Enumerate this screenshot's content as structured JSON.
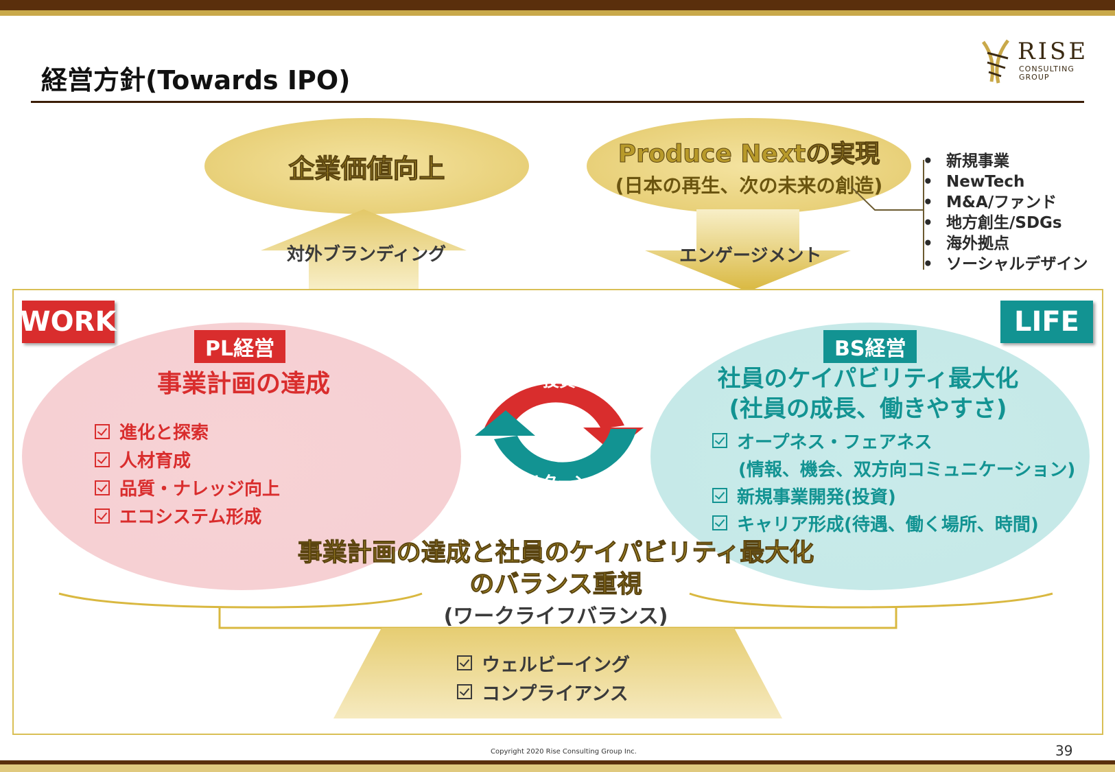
{
  "header": {
    "title": "経営方針(Towards IPO)",
    "logo": {
      "name": "RISE",
      "sub1": "CONSULTING",
      "sub2": "GROUP"
    }
  },
  "top": {
    "left_ellipse": "企業価値向上",
    "right_ellipse_line1": "Produce Nextの実現",
    "right_ellipse_line2": "(日本の再生、次の未来の創造)",
    "left_arrow_label": "対外ブランディング",
    "right_arrow_label": "エンゲージメント",
    "bullets": [
      "新規事業",
      "NewTech",
      "M&A/ファンド",
      "地方創生/SDGs",
      "海外拠点",
      "ソーシャルデザイン"
    ]
  },
  "work": {
    "label": "WORK",
    "tag": "PL経営",
    "heading": "事業計画の達成",
    "items": [
      "進化と探索",
      "人材育成",
      "品質・ナレッジ向上",
      "エコシステム形成"
    ]
  },
  "life": {
    "label": "LIFE",
    "tag": "BS経営",
    "heading1": "社員のケイパビリティ最大化",
    "heading2": "(社員の成長、働きやすさ)",
    "items": [
      {
        "line1": "オープネス・フェアネス",
        "line2": "(情報、機会、双方向コミュニケーション)"
      },
      {
        "line1": "新規事業開発(投資)"
      },
      {
        "line1": "キャリア形成(待遇、働く場所、時間)"
      }
    ]
  },
  "cycle": {
    "top_label": "投資",
    "bottom_label": "リターン"
  },
  "balance": {
    "line1": "事業計画の達成と社員のケイパビリティ最大化",
    "line2": "のバランス重視",
    "sub": "(ワークライフバランス)",
    "base_items": [
      "ウェルビーイング",
      "コンプライアンス"
    ]
  },
  "footer": {
    "copyright": "Copyright 2020 Rise Consulting Group Inc.",
    "page": "39"
  },
  "colors": {
    "red": "#d92d2d",
    "teal": "#129392",
    "gold": "#d9bf55",
    "brown": "#5a2f0c"
  }
}
